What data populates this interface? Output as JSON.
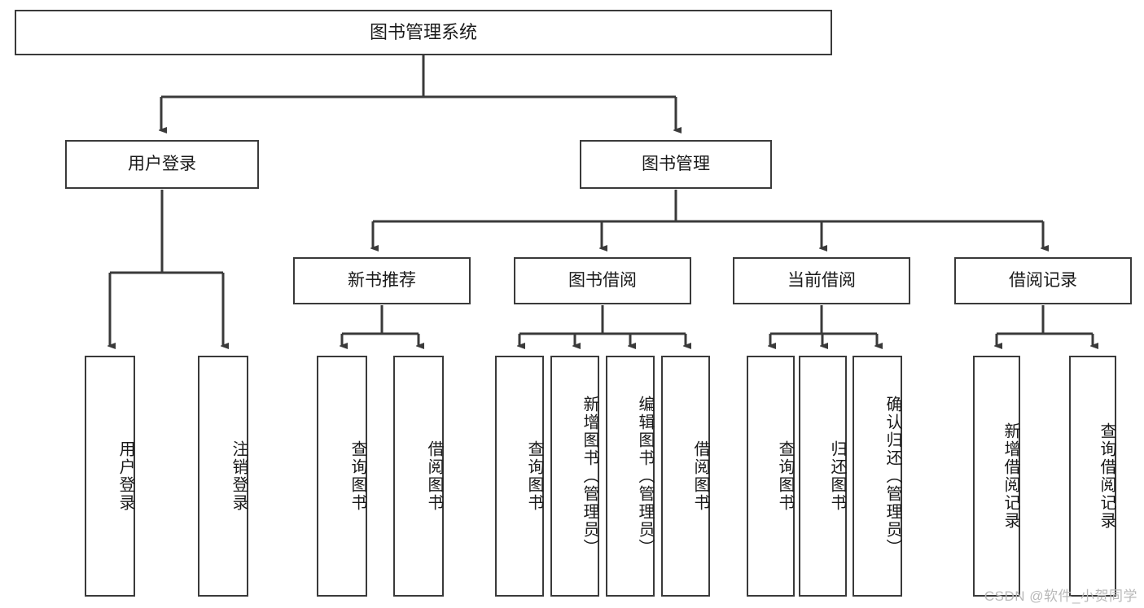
{
  "diagram": {
    "title": "图书管理系统",
    "type": "tree-hierarchy",
    "watermark": "CSDN @软件_小贺同学",
    "colors": {
      "stroke": "#3a3a3a",
      "fill": "#ffffff",
      "text": "#1a1a1a",
      "watermark": "#b9b9b9"
    },
    "nodes": {
      "root": "图书管理系统",
      "level2": [
        "用户登录",
        "图书管理"
      ],
      "level3": [
        "新书推荐",
        "图书借阅",
        "当前借阅",
        "借阅记录"
      ],
      "leaves_user_login": [
        "用户登录",
        "注销登录"
      ],
      "leaves_new_book": [
        "查询图书",
        "借阅图书"
      ],
      "leaves_borrow": [
        "查询图书",
        "新增图书（管理员）",
        "编辑图书（管理员）",
        "借阅图书"
      ],
      "leaves_current": [
        "查询图书",
        "归还图书",
        "确认归还（管理员）"
      ],
      "leaves_record": [
        "新增借阅记录",
        "查询借阅记录"
      ]
    }
  }
}
